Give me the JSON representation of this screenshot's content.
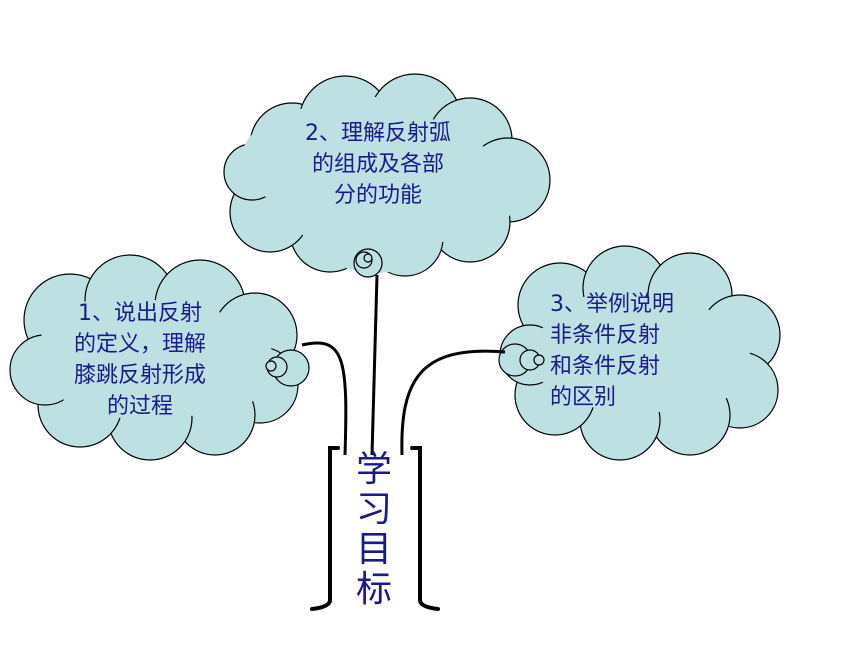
{
  "center": {
    "title_chars": [
      "学",
      "习",
      "目",
      "标"
    ]
  },
  "goals": [
    {
      "lines": [
        "1、说出反射",
        "的定义，理解",
        "膝跳反射形成",
        "的过程"
      ]
    },
    {
      "lines": [
        "2、理解反射弧",
        "的组成及各部",
        "分的功能"
      ]
    },
    {
      "lines": [
        "3、举例说明",
        "非条件反射",
        "和条件反射",
        "的区别"
      ]
    }
  ],
  "colors": {
    "cloud_fill": "#bde0e2",
    "outline": "#000000",
    "text": "#1a1a8c",
    "background": "#ffffff"
  }
}
